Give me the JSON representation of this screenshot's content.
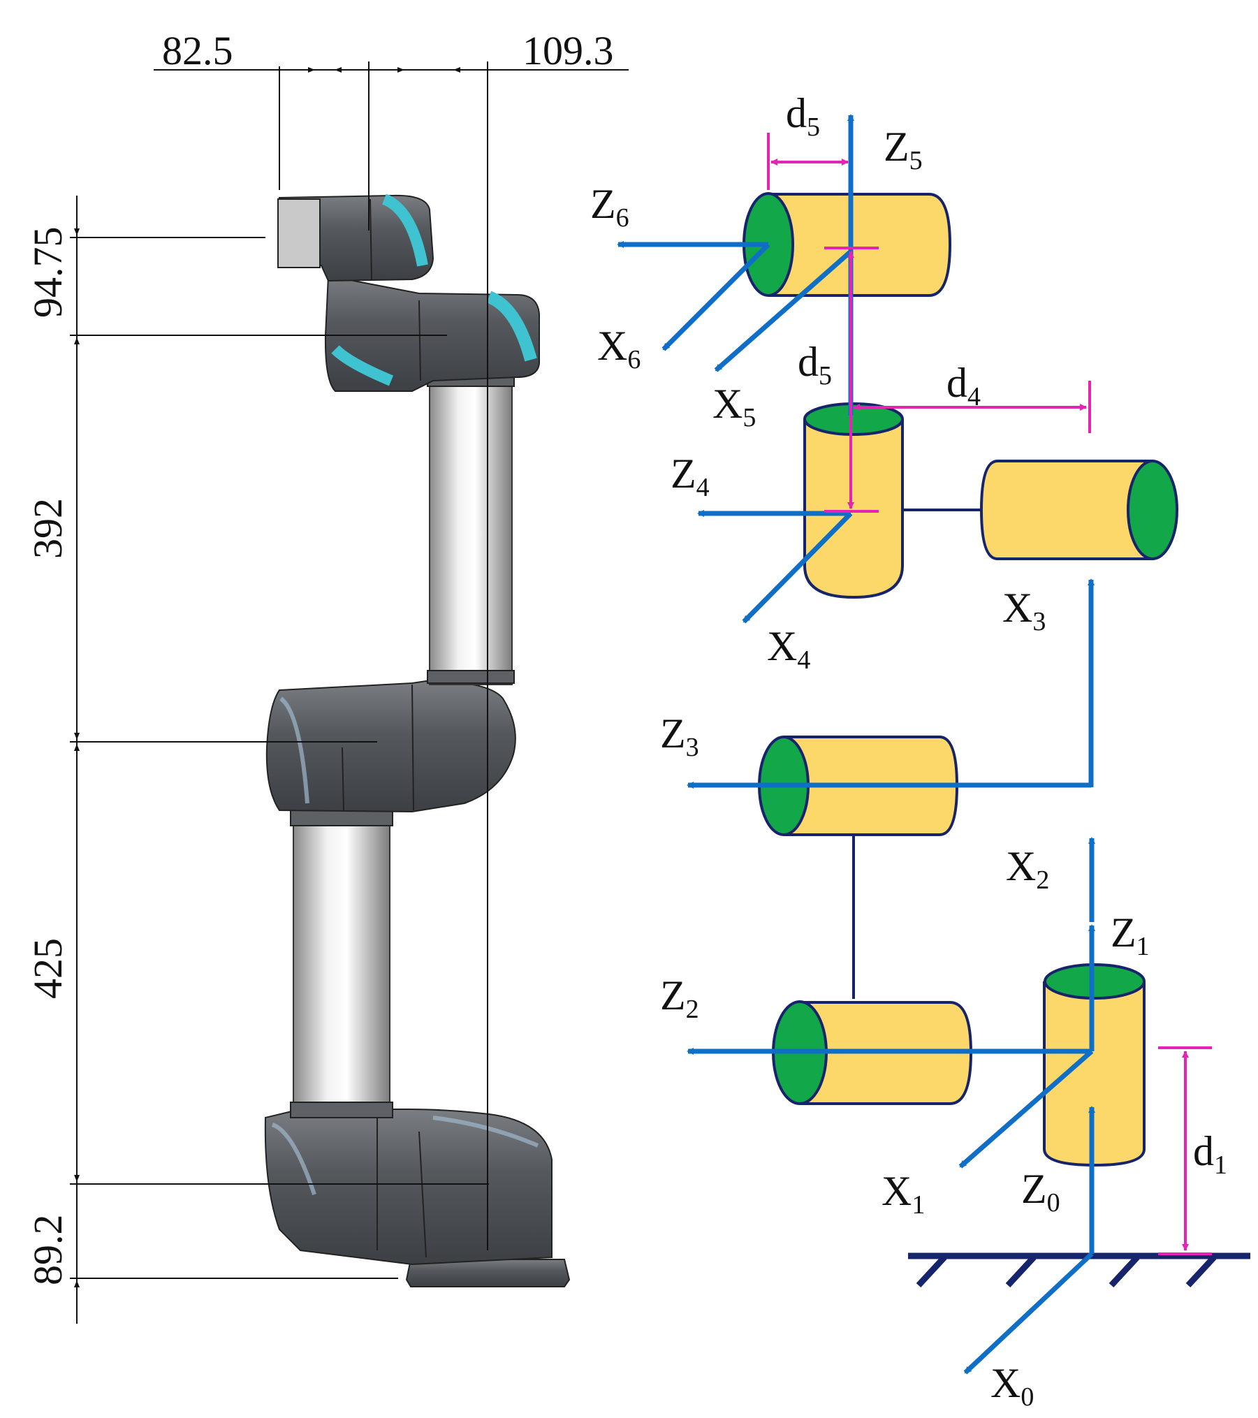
{
  "dimensions": {
    "top_left": "82.5",
    "top_right": "109.3",
    "wrist_height": "94.75",
    "forearm": "392",
    "upper_arm": "425",
    "base_height": "89.2"
  },
  "frames": {
    "z0": {
      "base": "Z",
      "sub": "0"
    },
    "x0": {
      "base": "X",
      "sub": "0"
    },
    "z1": {
      "base": "Z",
      "sub": "1"
    },
    "x1": {
      "base": "X",
      "sub": "1"
    },
    "x2": {
      "base": "X",
      "sub": "2"
    },
    "z2": {
      "base": "Z",
      "sub": "2"
    },
    "z3": {
      "base": "Z",
      "sub": "3"
    },
    "x3": {
      "base": "X",
      "sub": "3"
    },
    "z4": {
      "base": "Z",
      "sub": "4"
    },
    "x4": {
      "base": "X",
      "sub": "4"
    },
    "z5": {
      "base": "Z",
      "sub": "5"
    },
    "x5": {
      "base": "X",
      "sub": "5"
    },
    "z6": {
      "base": "Z",
      "sub": "6"
    },
    "x6": {
      "base": "X",
      "sub": "6"
    }
  },
  "params": {
    "d1": {
      "base": "d",
      "sub": "1"
    },
    "d4": {
      "base": "d",
      "sub": "4"
    },
    "d5_top": {
      "base": "d",
      "sub": "5"
    },
    "d5_mid": {
      "base": "d",
      "sub": "5"
    }
  },
  "colors": {
    "axis": "#0f6fc6",
    "offset": "#e624b4",
    "cylinder_fill": "#fcd86a",
    "cylinder_face": "#12a84a",
    "cylinder_stroke": "#16246b",
    "ground": "#16246b",
    "robot_dark": "#5d6166",
    "robot_light": "#d8d8d8",
    "robot_cyan": "#3fc3d1"
  }
}
